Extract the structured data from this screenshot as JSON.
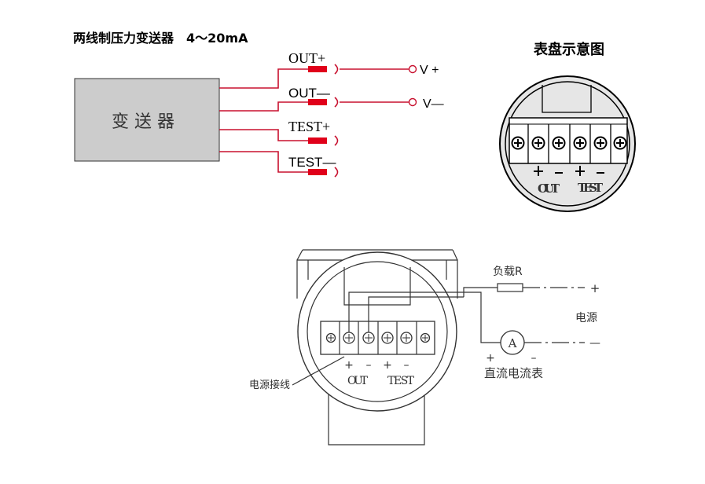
{
  "top_left": {
    "title": "两线制压力变送器　4〜20mA",
    "box_label": "变 送 器",
    "wires": [
      {
        "label": "OUT+",
        "terminal": "V +"
      },
      {
        "label": "OUT—",
        "terminal": "V—"
      },
      {
        "label": "TEST+",
        "terminal": ""
      },
      {
        "label": "TEST—",
        "terminal": ""
      }
    ]
  },
  "top_right": {
    "title": "表盘示意图",
    "label_out": "OUT",
    "label_test": "TEST"
  },
  "bottom": {
    "load_label": "负载R",
    "power_label": "电源",
    "plus": "+",
    "minus": "—",
    "ammeter_symbol": "A",
    "ammeter_label": "直流电流表",
    "wiring_label": "电源接线",
    "terminal_signs": [
      "+",
      "–",
      "+",
      "–"
    ],
    "label_out": "OUT",
    "label_test": "TEST",
    "amm_plus": "+",
    "amm_minus": "–"
  },
  "colors": {
    "wire": "#c8102e",
    "connector": "#e0001a",
    "box_fill": "#cccccc",
    "dial_fill": "#e6e6e6"
  }
}
